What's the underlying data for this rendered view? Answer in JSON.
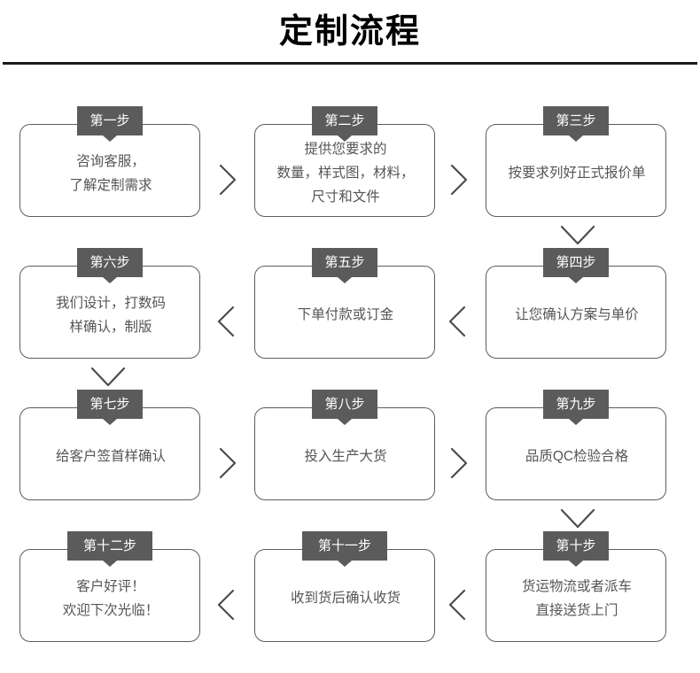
{
  "header": {
    "title": "定制流程"
  },
  "colors": {
    "badge_bg": "#5b5b5b",
    "badge_text": "#ffffff",
    "card_border": "#5c5c5c",
    "card_text": "#555555",
    "connector": "#4d4d4d",
    "rule": "#1a1a1a",
    "background": "#ffffff"
  },
  "flow": {
    "rows": [
      {
        "direction": "left-to-right",
        "cells": [
          {
            "badge": "第一步",
            "lines": [
              "咨询客服，",
              "了解定制需求"
            ]
          },
          {
            "badge": "第二步",
            "lines": [
              "提供您要求的",
              "数量，样式图，材料，",
              "尺寸和文件"
            ]
          },
          {
            "badge": "第三步",
            "lines": [
              "按要求列好正式报价单"
            ]
          }
        ],
        "connectors": [
          "chevron-right",
          "chevron-right"
        ]
      },
      {
        "direction": "right-to-left",
        "cells": [
          {
            "badge": "第六步",
            "lines": [
              "我们设计，打数码",
              "样确认，制版"
            ]
          },
          {
            "badge": "第五步",
            "lines": [
              "下单付款或订金"
            ]
          },
          {
            "badge": "第四步",
            "lines": [
              "让您确认方案与单价"
            ]
          }
        ],
        "connectors": [
          "chevron-left",
          "chevron-left"
        ]
      },
      {
        "direction": "left-to-right",
        "cells": [
          {
            "badge": "第七步",
            "lines": [
              "给客户签首样确认"
            ]
          },
          {
            "badge": "第八步",
            "lines": [
              "投入生产大货"
            ]
          },
          {
            "badge": "第九步",
            "lines": [
              "品质QC检验合格"
            ]
          }
        ],
        "connectors": [
          "chevron-right",
          "chevron-right"
        ]
      },
      {
        "direction": "right-to-left",
        "cells": [
          {
            "badge": "第十二步",
            "lines": [
              "客户好评！",
              "欢迎下次光临！"
            ]
          },
          {
            "badge": "第十一步",
            "lines": [
              "收到货后确认收货"
            ]
          },
          {
            "badge": "第十步",
            "lines": [
              "货运物流或者派车",
              "直接送货上门"
            ]
          }
        ],
        "connectors": [
          "chevron-left",
          "chevron-left"
        ]
      }
    ],
    "vertical_connectors": [
      {
        "after_row": 0,
        "column": "right",
        "icon": "chevron-down-icon"
      },
      {
        "after_row": 1,
        "column": "left",
        "icon": "chevron-down-icon"
      },
      {
        "after_row": 2,
        "column": "right",
        "icon": "chevron-down-icon"
      }
    ]
  }
}
